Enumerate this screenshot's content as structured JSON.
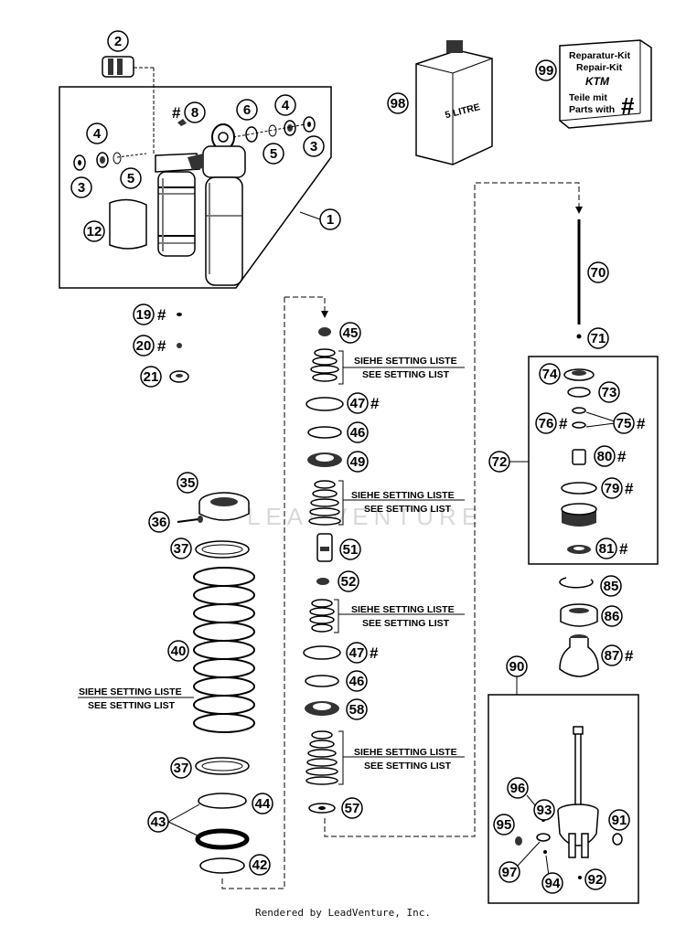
{
  "callouts": {
    "c1": "1",
    "c2": "2",
    "c3a": "3",
    "c3b": "3",
    "c4a": "4",
    "c4b": "4",
    "c5a": "5",
    "c5b": "5",
    "c6": "6",
    "c8": "8",
    "c12": "12",
    "c19": "19",
    "c20": "20",
    "c21": "21",
    "c35": "35",
    "c36": "36",
    "c37a": "37",
    "c37b": "37",
    "c40": "40",
    "c42": "42",
    "c43": "43",
    "c44": "44",
    "c45": "45",
    "c46a": "46",
    "c46b": "46",
    "c47a": "47",
    "c47b": "47",
    "c49": "49",
    "c51": "51",
    "c52": "52",
    "c57": "57",
    "c58": "58",
    "c70": "70",
    "c71": "71",
    "c72": "72",
    "c73": "73",
    "c74": "74",
    "c75": "75",
    "c76": "76",
    "c79": "79",
    "c80": "80",
    "c81": "81",
    "c85": "85",
    "c86": "86",
    "c87": "87",
    "c90": "90",
    "c91": "91",
    "c92": "92",
    "c93": "93",
    "c94": "94",
    "c95": "95",
    "c96": "96",
    "c97": "97",
    "c98": "98",
    "c99": "99"
  },
  "hash_mark": "#",
  "setting_note": {
    "line1": "SIEHE SETTING LISTE",
    "line2": "SEE SETTING LIST"
  },
  "oil_can_label": "5 LITRE",
  "repair_kit": {
    "line1": "Reparatur-Kit",
    "line2": "Repair-Kit",
    "brand": "KTM",
    "line3": "Teile mit",
    "line4": "Parts with",
    "hash": "#"
  },
  "watermark": "LEADVENTURE",
  "credit": "Rendered by LeadVenture, Inc."
}
